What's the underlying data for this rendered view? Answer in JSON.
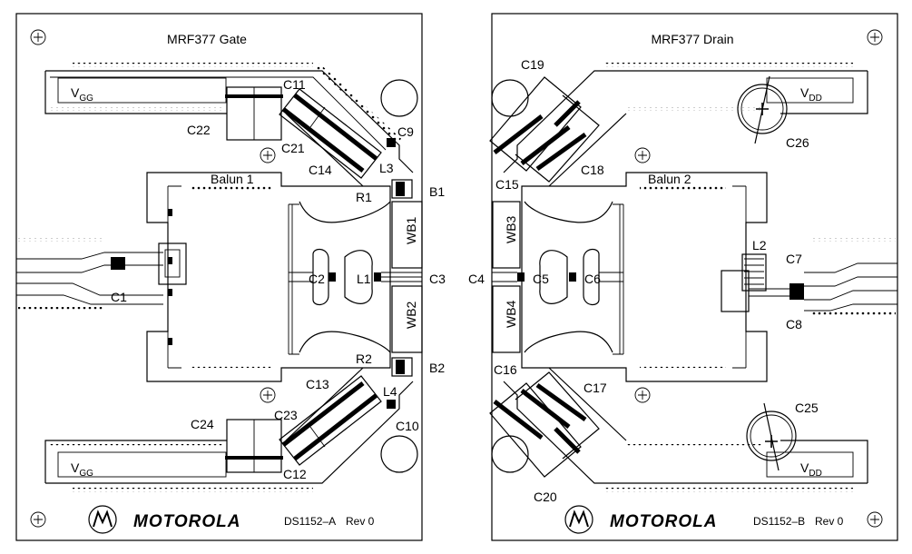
{
  "left_board": {
    "title": "MRF377 Gate",
    "vgg_top": "V",
    "vgg_top_sub": "GG",
    "vgg_bottom": "V",
    "vgg_bottom_sub": "GG",
    "balun": "Balun 1",
    "brand": "MOTOROLA",
    "doc_id": "DS1152–A",
    "rev": "Rev 0",
    "labels": {
      "c1": "C1",
      "c2": "C2",
      "c3": "C3",
      "c9": "C9",
      "c10": "C10",
      "c11": "C11",
      "c12": "C12",
      "c13": "C13",
      "c14": "C14",
      "c21": "C21",
      "c22": "C22",
      "c23": "C23",
      "c24": "C24",
      "l1": "L1",
      "l3": "L3",
      "l4": "L4",
      "r1": "R1",
      "r2": "R2",
      "b1": "B1",
      "b2": "B2",
      "wb1": "WB1",
      "wb2": "WB2"
    }
  },
  "right_board": {
    "title": "MRF377 Drain",
    "vdd_top": "V",
    "vdd_top_sub": "DD",
    "vdd_bottom": "V",
    "vdd_bottom_sub": "DD",
    "balun": "Balun 2",
    "brand": "MOTOROLA",
    "doc_id": "DS1152–B",
    "rev": "Rev 0",
    "labels": {
      "c4": "C4",
      "c5": "C5",
      "c6": "C6",
      "c7": "C7",
      "c8": "C8",
      "c15": "C15",
      "c16": "C16",
      "c17": "C17",
      "c18": "C18",
      "c19": "C19",
      "c20": "C20",
      "c25": "C25",
      "c26": "C26",
      "l2": "L2",
      "wb3": "WB3",
      "wb4": "WB4"
    }
  }
}
